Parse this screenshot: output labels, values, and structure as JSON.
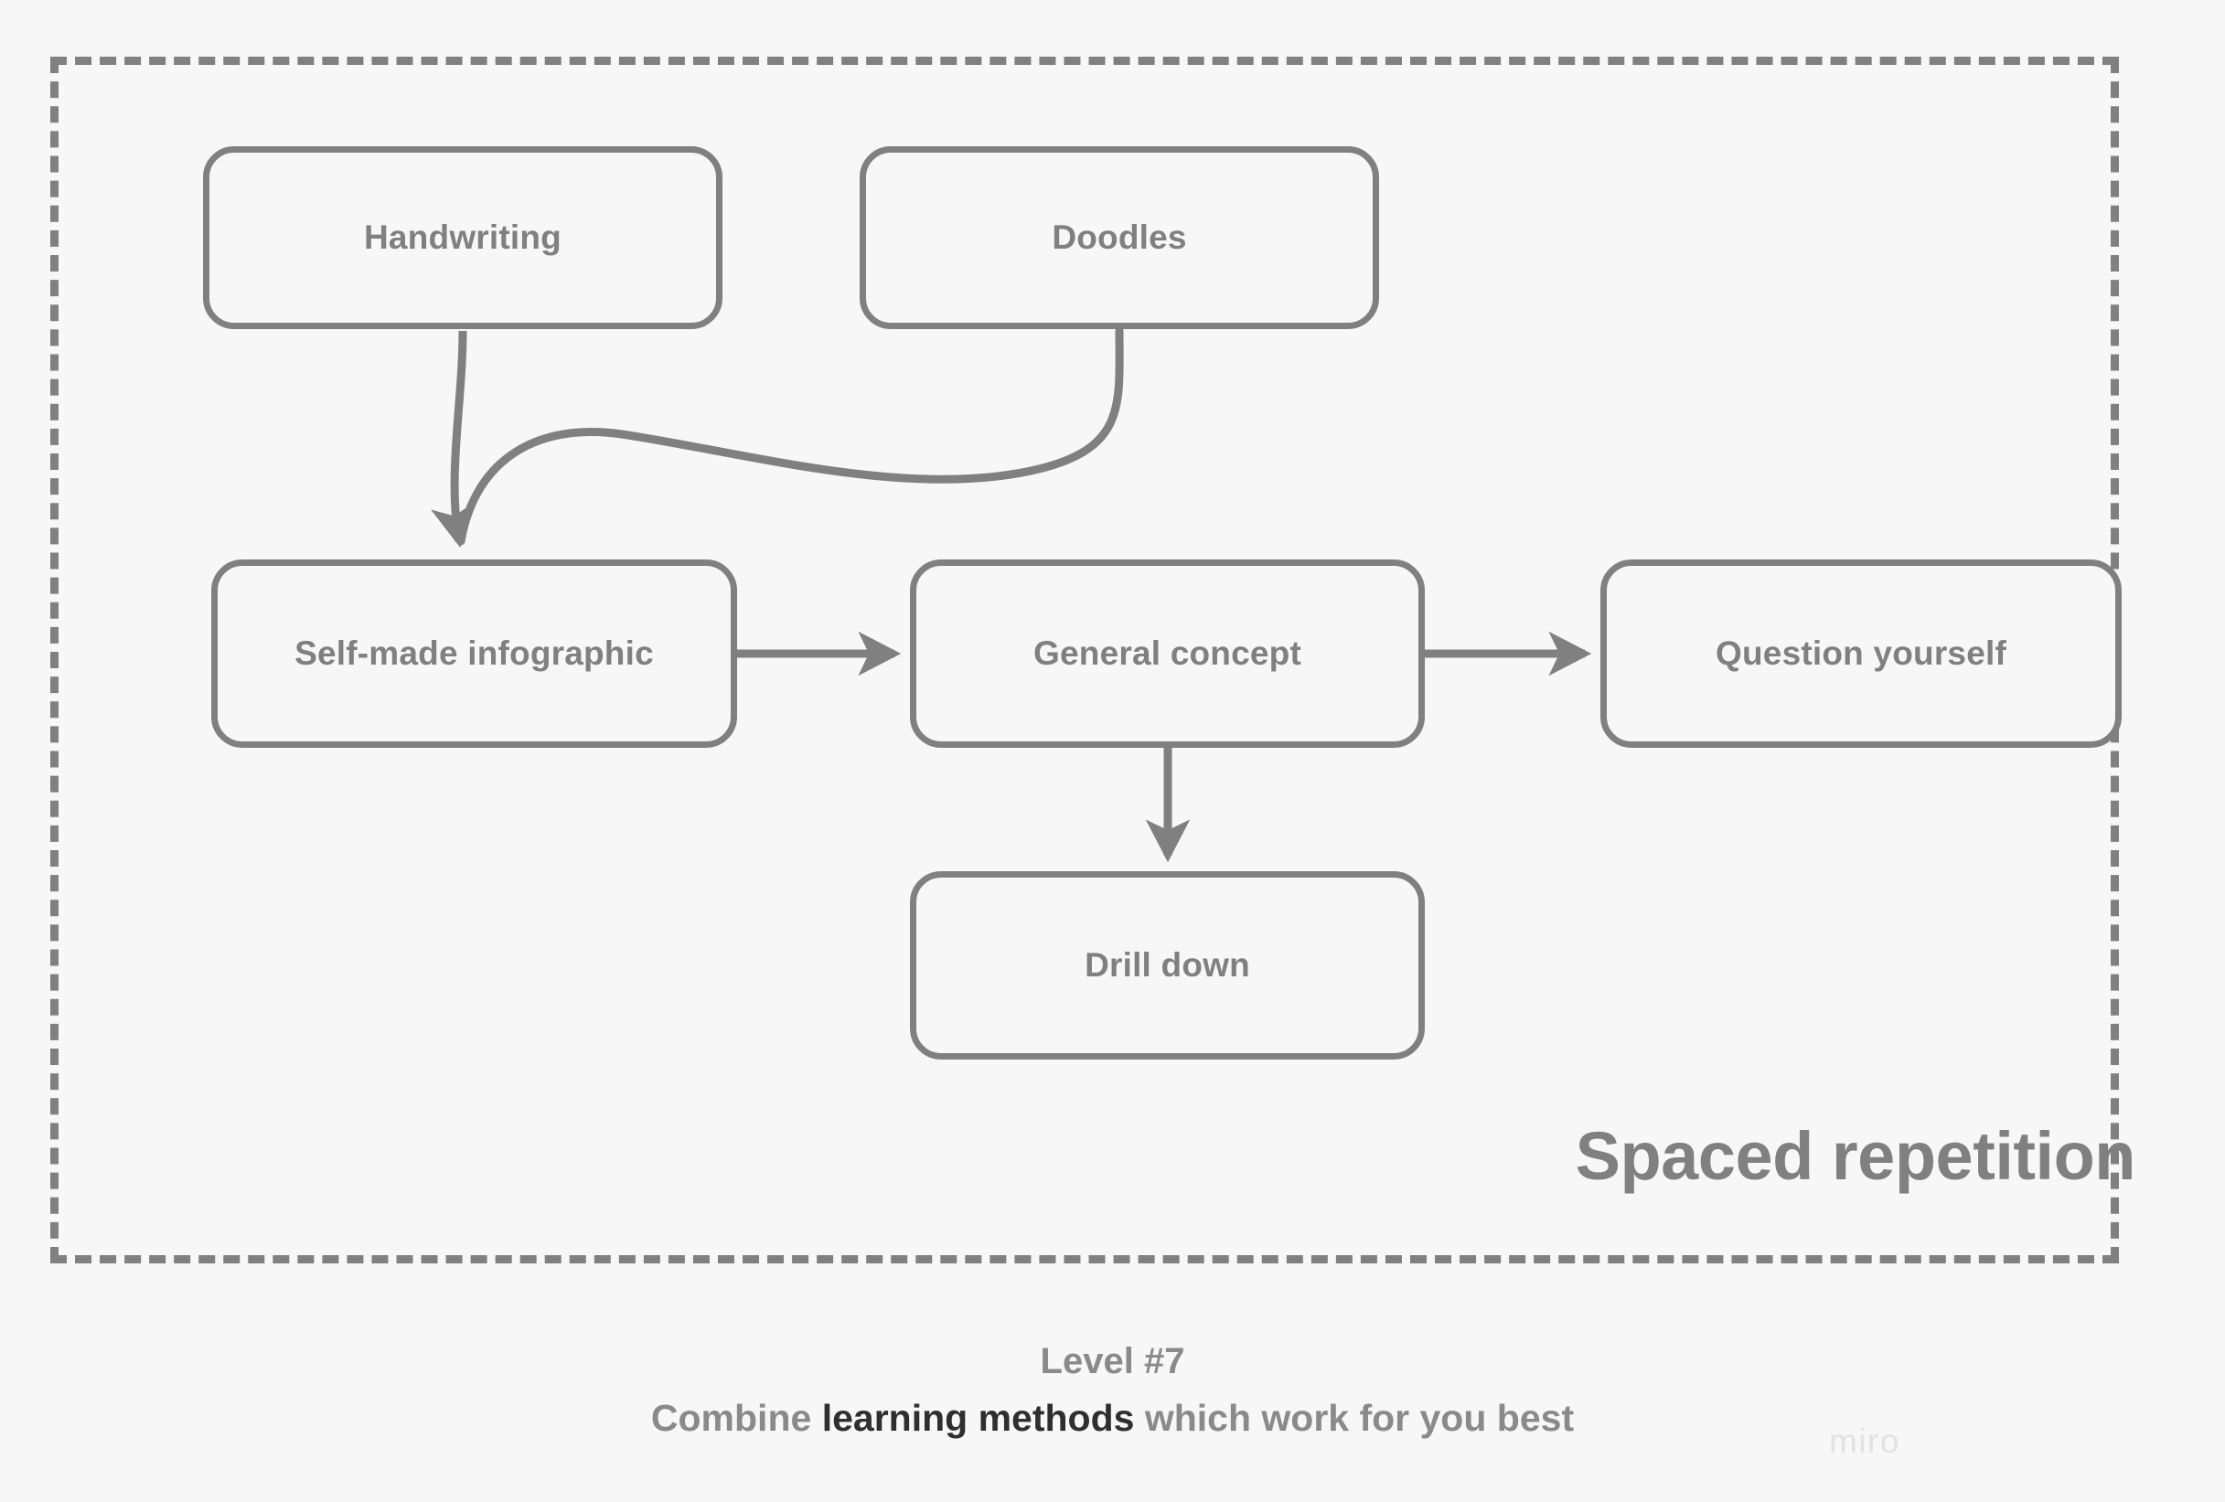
{
  "canvas": {
    "background_color": "#f7f7f7",
    "stroke_color": "#808080",
    "text_color": "#808080"
  },
  "frame": {
    "style": "dashed",
    "group_title": "Spaced repetition"
  },
  "nodes": [
    {
      "id": "handwriting",
      "label": "Handwriting"
    },
    {
      "id": "doodles",
      "label": "Doodles"
    },
    {
      "id": "self-made",
      "label": "Self-made infographic"
    },
    {
      "id": "general-concept",
      "label": "General concept"
    },
    {
      "id": "question-yourself",
      "label": "Question yourself"
    },
    {
      "id": "drill-down",
      "label": "Drill down"
    }
  ],
  "edges": [
    {
      "from": "handwriting",
      "to": "self-made",
      "style": "curved-arrow"
    },
    {
      "from": "doodles",
      "to": "self-made",
      "style": "curved-arrow"
    },
    {
      "from": "self-made",
      "to": "general-concept",
      "style": "straight-arrow"
    },
    {
      "from": "general-concept",
      "to": "question-yourself",
      "style": "straight-arrow"
    },
    {
      "from": "general-concept",
      "to": "drill-down",
      "style": "straight-arrow"
    }
  ],
  "footer": {
    "level": "Level #7",
    "caption_before": "Combine ",
    "caption_strong": "learning methods",
    "caption_after": " which work for you best"
  },
  "watermark": {
    "label": "miro"
  }
}
